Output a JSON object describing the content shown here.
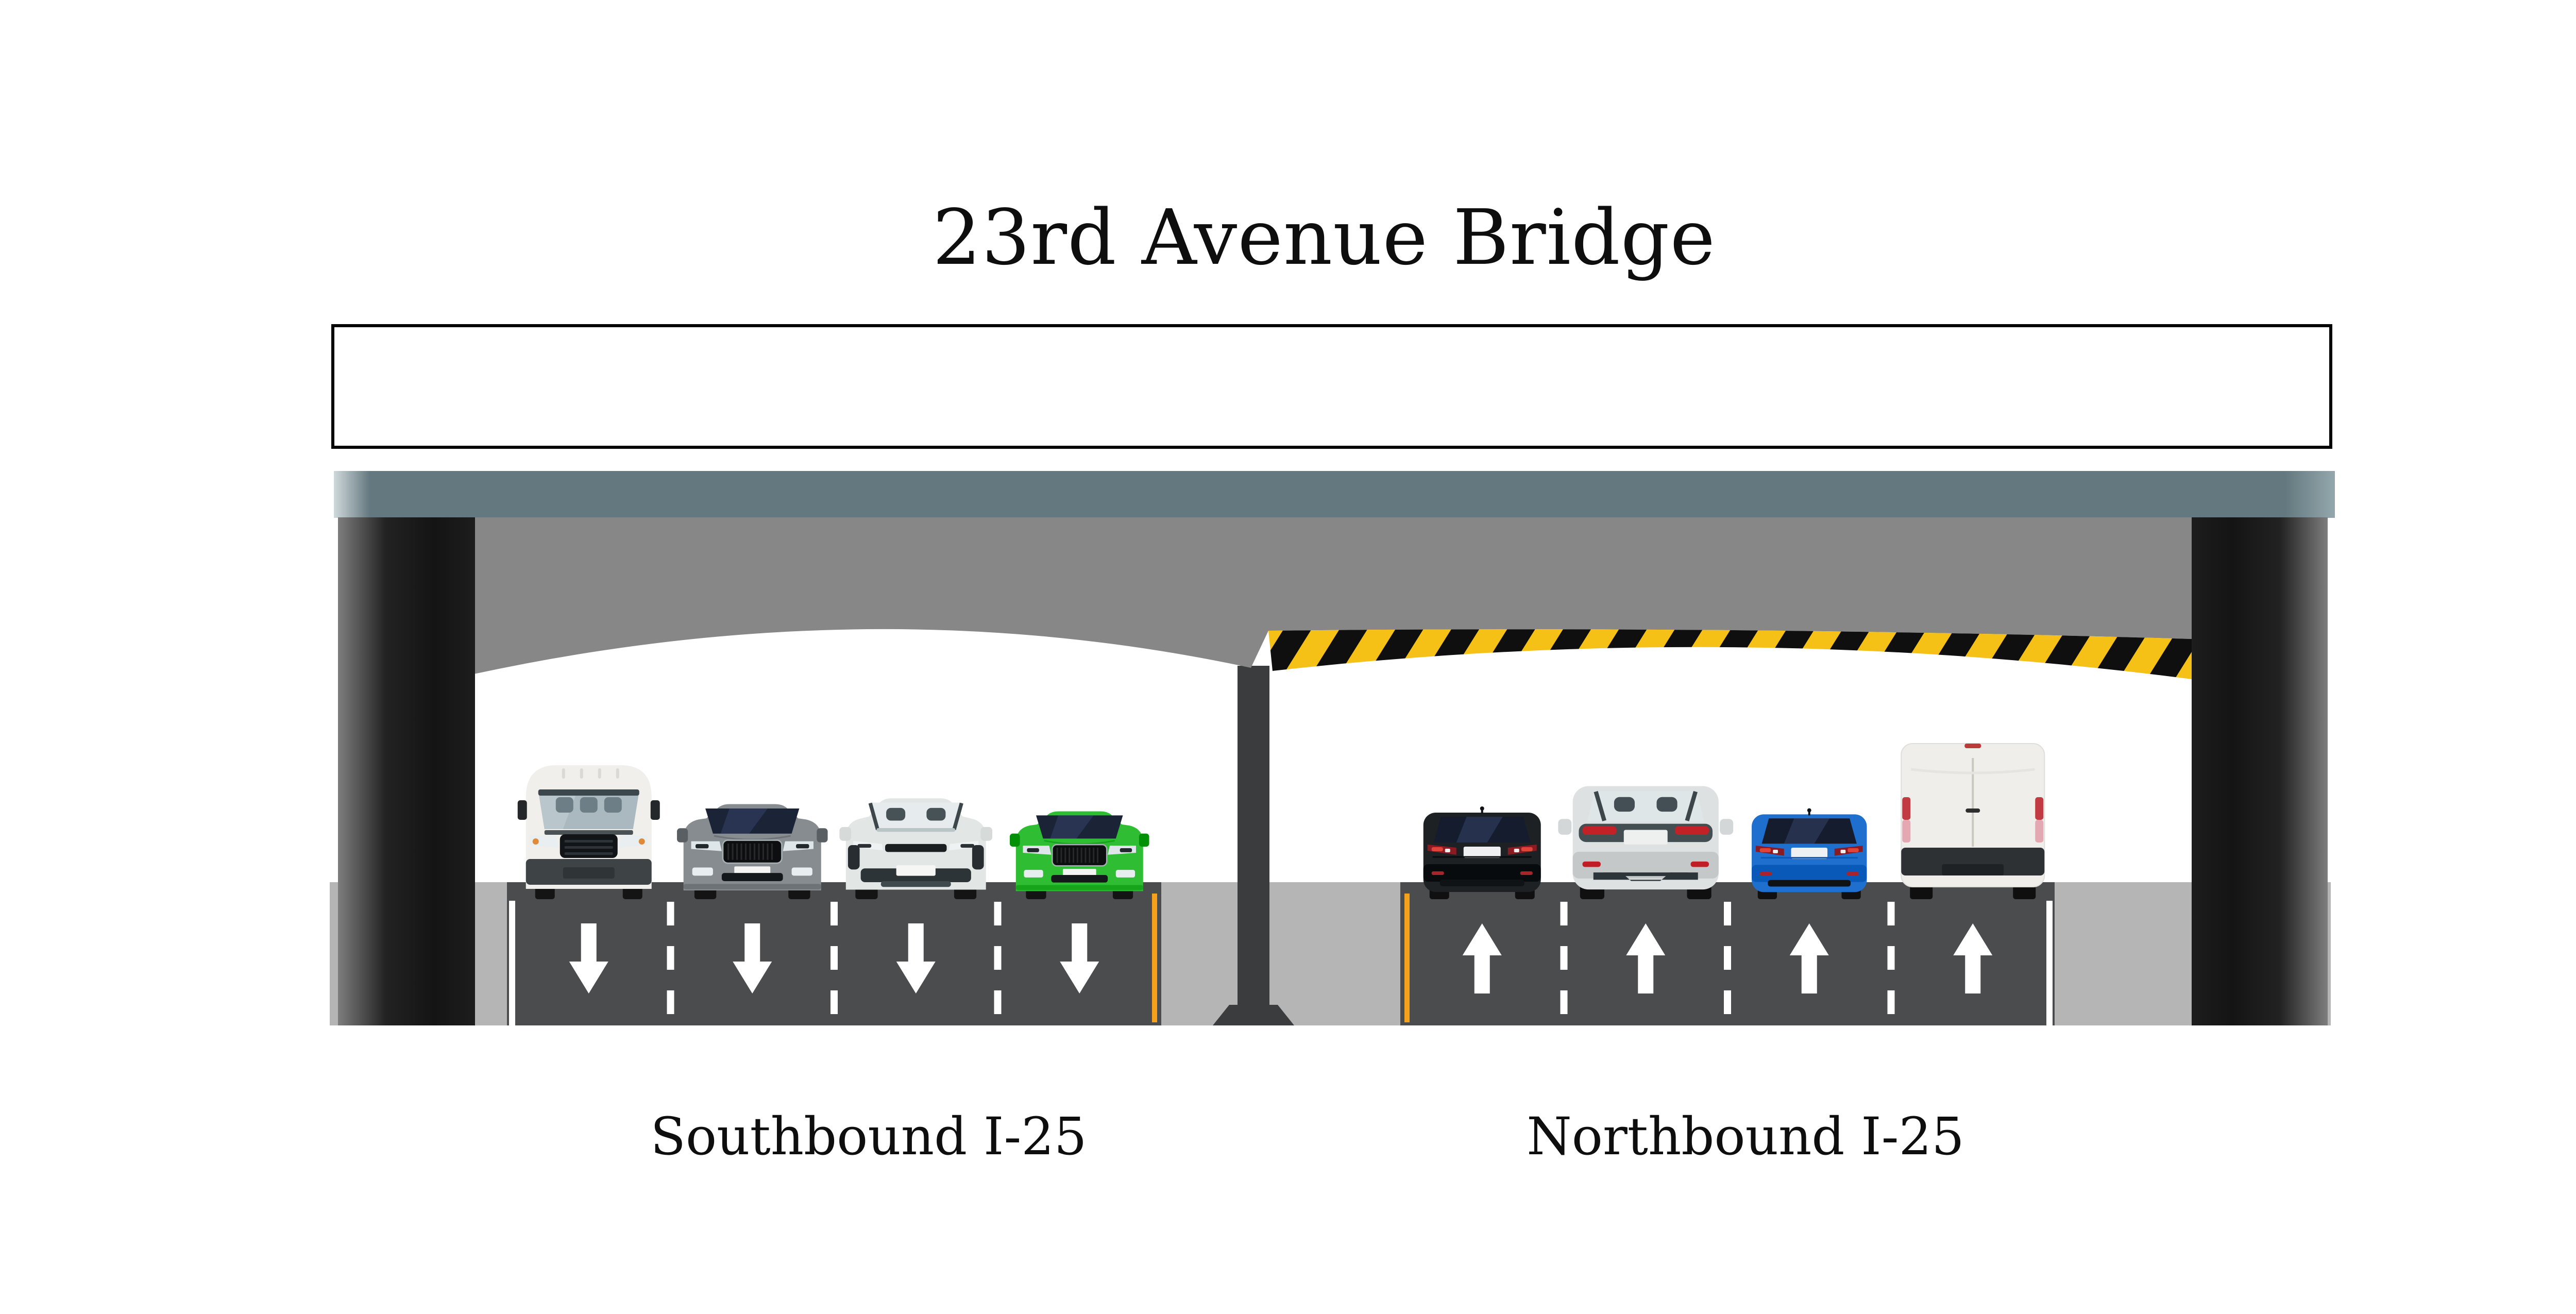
{
  "title": "23rd Avenue Bridge",
  "bridge": {
    "deck_color": "#64787f",
    "deck_edge_light": "#cfd9db",
    "deck_edge_right": "#93a7ad",
    "girder_color": "#878787",
    "abutment_dark": "#141414",
    "abutment_light": "#7d7d7d",
    "pier_color": "#3a3c3e",
    "outline_color": "#000000",
    "hazard_yellow": "#f6c117",
    "hazard_black": "#0f0f0f"
  },
  "roadway": {
    "shoulder_color": "#b5b5b6",
    "road_color": "#4b4c4e",
    "lane_marking_color": "#ffffff",
    "edge_line_orange": "#f5a11c",
    "lanes_per_direction": 4
  },
  "directions": [
    {
      "id": "southbound",
      "label": "Southbound I-25",
      "arrow_direction": "down",
      "vehicles": [
        {
          "name": "white-van",
          "type": "van",
          "view": "front",
          "body_color": "#f0efeb"
        },
        {
          "name": "gray-sedan",
          "type": "sedan",
          "view": "front",
          "body_color": "#868c8f"
        },
        {
          "name": "silver-suv",
          "type": "suv",
          "view": "front",
          "body_color": "#e2e6e5"
        },
        {
          "name": "green-sedan",
          "type": "sedan",
          "view": "front",
          "body_color": "#2fbe33"
        }
      ]
    },
    {
      "id": "northbound",
      "label": "Northbound I-25",
      "arrow_direction": "up",
      "vehicles": [
        {
          "name": "black-sedan",
          "type": "sedan",
          "view": "rear",
          "body_color": "#1e2124"
        },
        {
          "name": "silver-suv",
          "type": "suv",
          "view": "rear",
          "body_color": "#dde1e2"
        },
        {
          "name": "blue-sedan",
          "type": "sedan",
          "view": "rear",
          "body_color": "#1e6fce"
        },
        {
          "name": "white-van",
          "type": "van",
          "view": "rear",
          "body_color": "#efeeea"
        }
      ]
    }
  ]
}
